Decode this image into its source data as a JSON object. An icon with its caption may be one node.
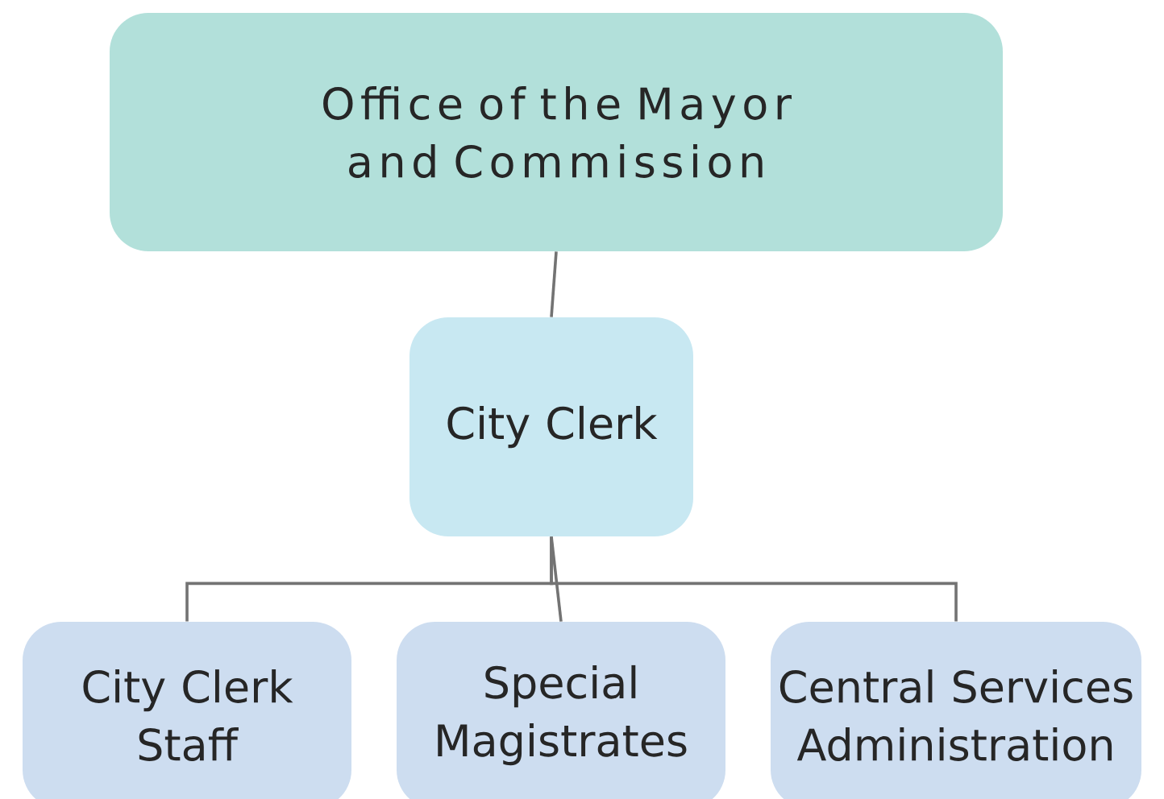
{
  "diagram": {
    "nodes": [
      {
        "text": [
          "Office of the Mayor and Commission"
        ]
      },
      {
        "text": [
          "City Clerk"
        ]
      },
      {
        "text": [
          "City Clerk Staff"
        ]
      },
      {
        "text": [
          "Special Magistrates"
        ]
      },
      {
        "text": [
          "Central Services Administration"
        ]
      }
    ],
    "edges": [
      {
        "from": 0,
        "to": 1,
        "arrow": "none"
      },
      {
        "from": 1,
        "to": 2,
        "arrow": "none"
      },
      {
        "from": 1,
        "to": 3,
        "arrow": "none"
      },
      {
        "from": 1,
        "to": 4,
        "arrow": "none"
      }
    ]
  }
}
